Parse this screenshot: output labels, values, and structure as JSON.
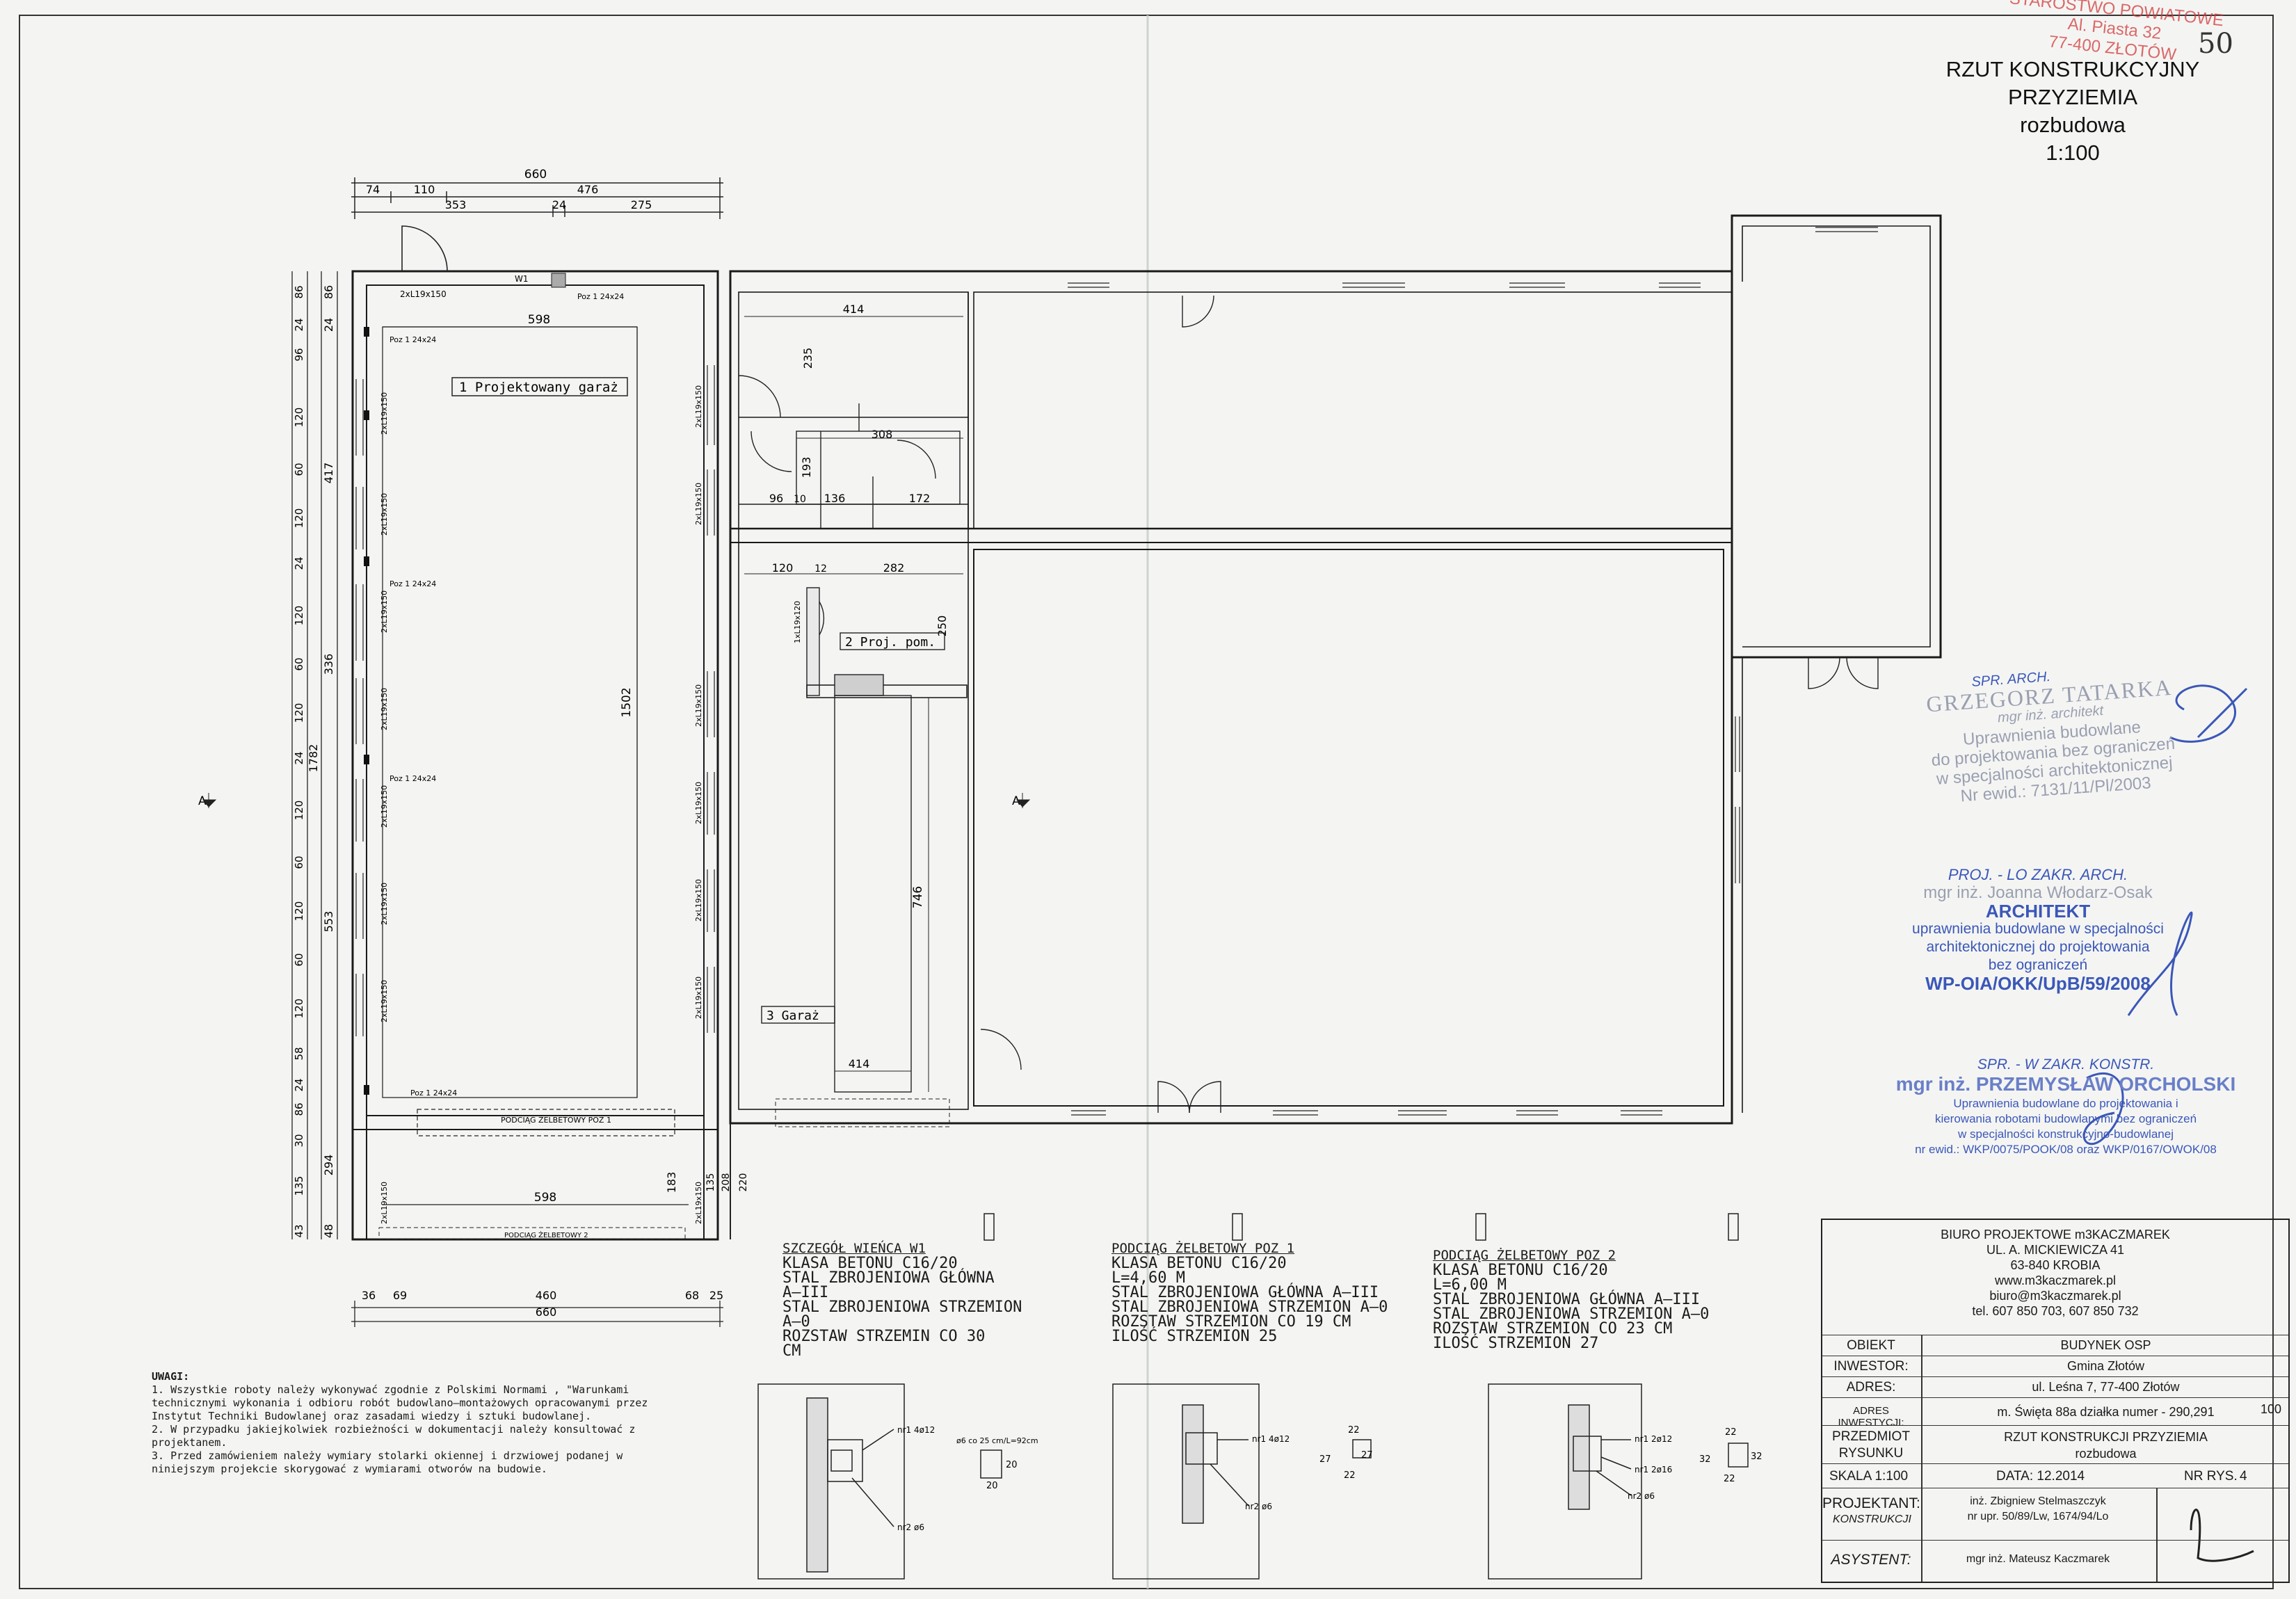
{
  "sheet_number": "50",
  "title": {
    "line1": "RZUT KONSTRUKCYJNY",
    "line2": "PRZYZIEMIA",
    "line3": "rozbudowa",
    "line4": "1:100"
  },
  "stamp_top": {
    "line1": "STAROSTWO POWIATOWE",
    "line2": "Al. Piasta 32",
    "line3": "77-400 ZŁOTÓW"
  },
  "stamp_architect1": {
    "note": "SPR. ARCH.",
    "name": "GRZEGORZ TATARKA",
    "l2": "mgr inż. architekt",
    "l3": "Uprawnienia budowlane",
    "l4": "do projektowania bez ograniczeń",
    "l5": "w specjalności architektonicznej",
    "l6": "Nr ewid.: 7131/11/Pl/2003"
  },
  "stamp_architect2": {
    "note": "PROJ. - LO ZAKR. ARCH.",
    "name": "mgr inż. Joanna Włodarz-Osak",
    "l2": "ARCHITEKT",
    "l3": "uprawnienia budowlane w specjalności",
    "l4": "architektonicznej do projektowania",
    "l5": "bez ograniczeń",
    "l6": "WP-OIA/OKK/UpB/59/2008"
  },
  "stamp_constructor": {
    "note": "SPR. - W ZAKR. KONSTR.",
    "name": "mgr inż. PRZEMYSŁAW ORCHOLSKI",
    "l2": "Uprawnienia budowlane do projektowania i",
    "l3": "kierowania robotami budowlanymi bez ograniczeń",
    "l4": "w specjalności konstrukcyjno-budowlanej",
    "l5": "nr ewid.: WKP/0075/POOK/08 oraz WKP/0167/OWOK/08"
  },
  "rooms": {
    "r1": "1  Projektowany garaż",
    "r2": "2  Proj. pom.",
    "r3": "3  Garaż"
  },
  "dims_top": {
    "total": "660",
    "d74": "74",
    "d110": "110",
    "d476": "476",
    "d353": "353",
    "d24": "24",
    "d275": "275"
  },
  "dims_bottom": {
    "d36": "36",
    "d69": "69",
    "d460": "460",
    "d68": "68",
    "d25": "25",
    "total": "660"
  },
  "dims_left_outer": [
    "86",
    "24",
    "96",
    "120",
    "60",
    "120",
    "24",
    "120",
    "60",
    "120",
    "24",
    "120",
    "60",
    "120",
    "60",
    "120",
    "58",
    "24",
    "86",
    "30",
    "135",
    "43"
  ],
  "dims_left_mid": [
    "86",
    "24",
    "417",
    "336",
    "1782",
    "553",
    "294",
    "48"
  ],
  "dims_inner": {
    "w598a": "598",
    "w598b": "598",
    "h1502": "1502",
    "w414a": "414",
    "h235": "235",
    "w308": "308",
    "h193": "193",
    "d96": "96",
    "d10": "10",
    "d136": "136",
    "d172": "172",
    "d120": "120",
    "d12": "12",
    "d282": "282",
    "h250": "250",
    "h746": "746",
    "w414b": "414",
    "h183": "183",
    "h135": "135",
    "h208": "208",
    "h220": "220"
  },
  "labels": {
    "w1": "W1",
    "poz1": "Poz 1  24x24",
    "beam": "2xL19x150",
    "beam1": "2xL19x150",
    "podciag1": "PODCIĄG ŻELBETOWY POZ 1",
    "podciag2": "PODCIĄG ŻELBETOWY 2",
    "lintel": "1xL19x120",
    "a1": "A",
    "a2": "A"
  },
  "detail_w1": {
    "head": "SZCZEGÓŁ WIEŃCA W1",
    "lines": [
      "KLASA BETONU C16/20",
      "STAL  ZBROJENIOWA GŁÓWNA",
      "A–III",
      "STAL  ZBROJENIOWA STRZEMION",
      "A–0",
      "ROZSTAW STRZEMIN CO 30",
      "CM"
    ],
    "rebar1": "nr1 4ø12",
    "rebar2": "nr2 ø6",
    "stirrup": "ø6 co 25 cm/L=92cm",
    "s20": "20"
  },
  "detail_poz1": {
    "head": "PODCIĄG ŻELBETOWY POZ 1",
    "lines": [
      "KLASA BETONU C16/20",
      "L=4,60 M",
      "STAL  ZBROJENIOWA GŁÓWNA A–III",
      "STAL  ZBROJENIOWA STRZEMION A–0",
      "ROZSTAW STRZEMION CO 19 CM",
      "ILOŚĆ STRZEMION 25"
    ],
    "rebar1": "nr1 4ø12",
    "rebar2": "nr2 ø6",
    "s22": "22",
    "s27": "27"
  },
  "detail_poz2": {
    "head": "PODCIĄG ŻELBETOWY POZ 2",
    "lines": [
      "KLASA BETONU C16/20",
      "L=6,00 M",
      "STAL  ZBROJENIOWA GŁÓWNA A–III",
      "STAL  ZBROJENIOWA STRZEMION A–0",
      "ROZSTAW STRZEMION CO 23 CM",
      "ILOŚĆ STRZEMION 27"
    ],
    "rebar1": "nr1 2ø12",
    "rebar2": "nr1 2ø16",
    "rebar3": "nr2 ø6",
    "s22": "22",
    "s32": "32"
  },
  "notes": {
    "head": "UWAGI:",
    "n1": "1. Wszystkie roboty należy wykonywać zgodnie z Polskimi Normami , \"Warunkami technicznymi wykonania i odbioru robót budowlano–montażowych opracowanymi przez Instytut Techniki Budowlanej oraz zasadami wiedzy i sztuki budowlanej.",
    "n2": "2. W przypadku jakiejkolwiek rozbieżności w dokumentacji należy konsultować z projektanem.",
    "n3": "3. Przed zamówieniem należy wymiary stolarki okiennej i drzwiowej podanej w niniejszym projekcie skorygować z wymiarami  otworów na budowie."
  },
  "title_block": {
    "office": "BIURO PROJEKTOWE m3KACZMAREK",
    "street": "UL. A. MICKIEWICZA 41",
    "city": "63-840 KROBIA",
    "web": "www.m3kaczmarek.pl",
    "email": "biuro@m3kaczmarek.pl",
    "tel": "tel. 607 850 703, 607 850 732",
    "obiekt_l": "OBIEKT",
    "obiekt_v": "BUDYNEK OSP",
    "inwestor_l": "INWESTOR:",
    "inwestor_v": "Gmina Złotów",
    "adres_l": "ADRES:",
    "adres_v": "ul. Leśna 7, 77-400 Złotów",
    "adres_inw_l": "ADRES INWESTYCJI:",
    "adres_inw_v": "m. Święta 88a  działka numer - 290,291",
    "handnote": "100",
    "przedmiot_l1": "PRZEDMIOT",
    "przedmiot_l2": "RYSUNKU",
    "przedmiot_v1": "RZUT KONSTRUKCJI PRZYZIEMIA",
    "przedmiot_v2": "rozbudowa",
    "skala": "SKALA 1:100",
    "data": "DATA: 12.2014",
    "nr_rys": "NR RYS.",
    "nr_rys_v": "4",
    "projektant_l": "PROJEKTANT:",
    "projektant_note": "KONSTRUKCJI",
    "projektant_v1": "inż. Zbigniew Stelmaszczyk",
    "projektant_v2": "nr upr. 50/89/Lw, 1674/94/Lo",
    "asystent_l": "ASYSTENT:",
    "asystent_v": "mgr inż. Mateusz Kaczmarek"
  },
  "colors": {
    "line": "#1a1a1a",
    "stamp_blue": "#3b57b8",
    "stamp_red": "#d23a3a",
    "stamp_gray": "#9a9fb0",
    "paper": "#f4f5f3"
  }
}
